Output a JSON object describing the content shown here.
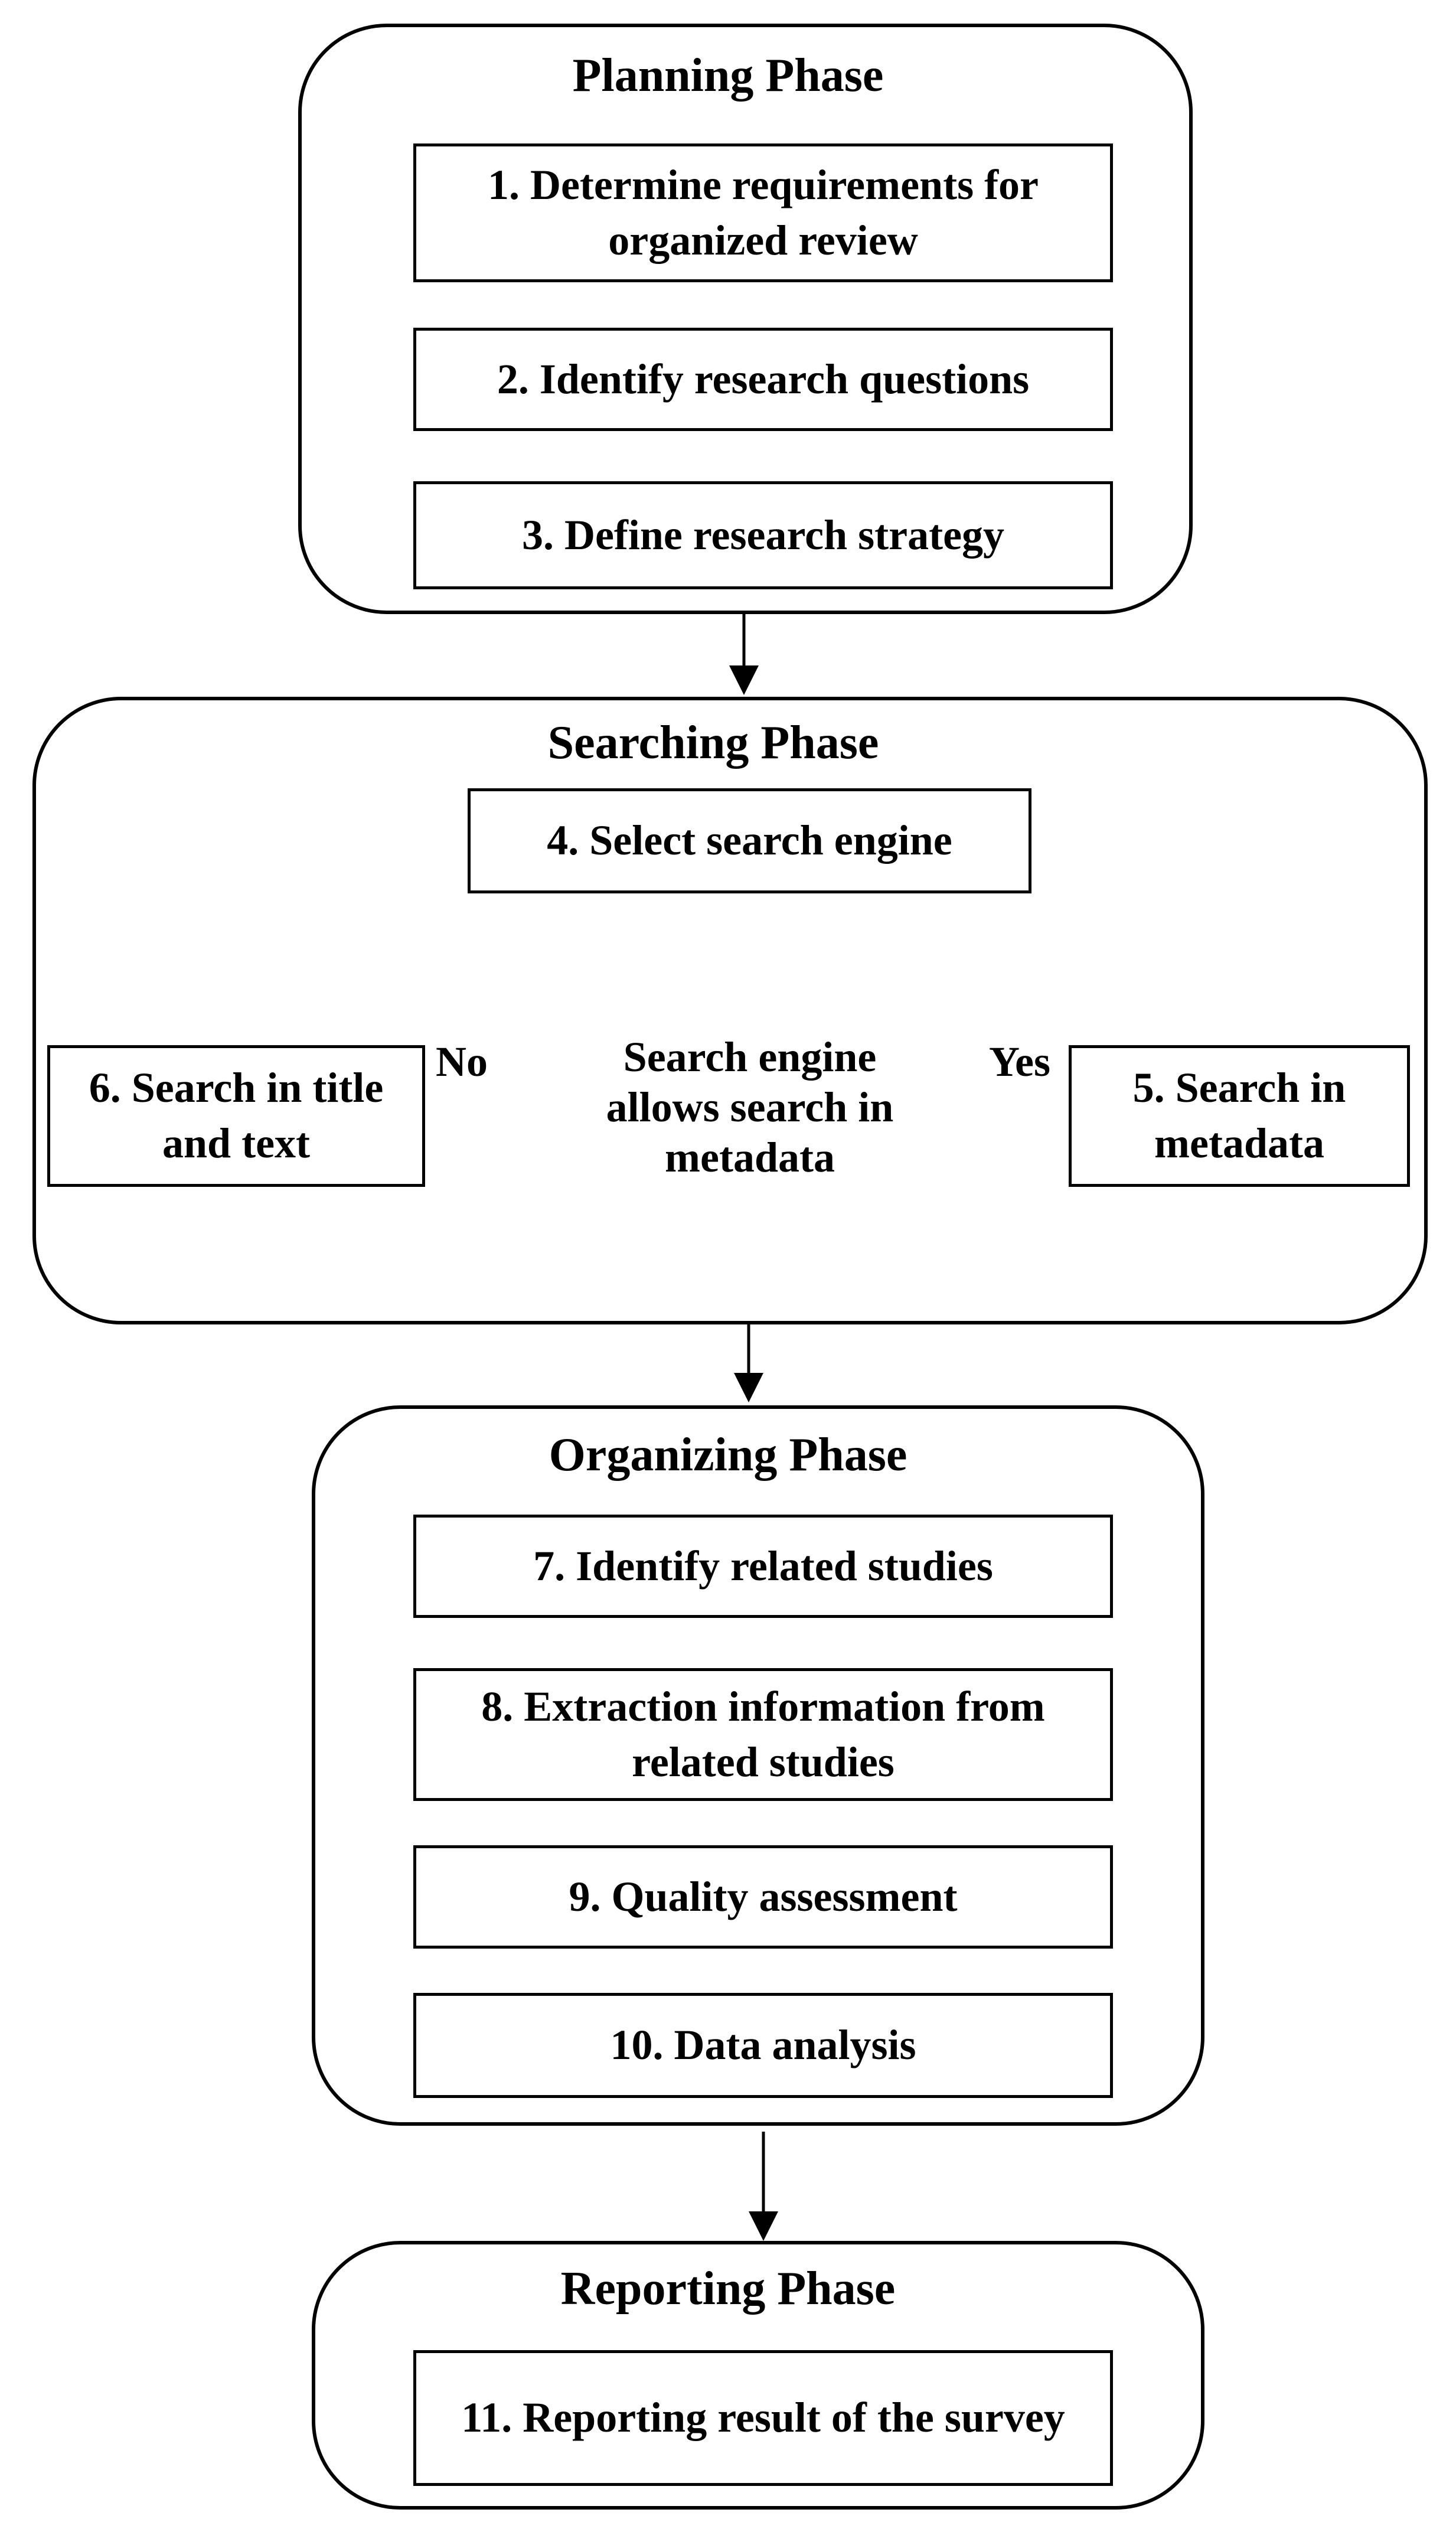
{
  "phases": {
    "planning": {
      "title": "Planning Phase",
      "steps": [
        "1. Determine requirements for organized review",
        "2. Identify research questions",
        "3. Define research strategy"
      ]
    },
    "searching": {
      "title": "Searching Phase",
      "select_step": "4. Select search engine",
      "decision": "Search engine allows search in metadata",
      "yes_label": "Yes",
      "no_label": "No",
      "yes_step": "5. Search in metadata",
      "no_step": "6. Search in title and text"
    },
    "organizing": {
      "title": "Organizing Phase",
      "steps": [
        "7. Identify related studies",
        "8. Extraction information from related studies",
        "9. Quality assessment",
        "10. Data analysis"
      ]
    },
    "reporting": {
      "title": "Reporting Phase",
      "steps": [
        "11. Reporting result of the survey"
      ]
    }
  }
}
